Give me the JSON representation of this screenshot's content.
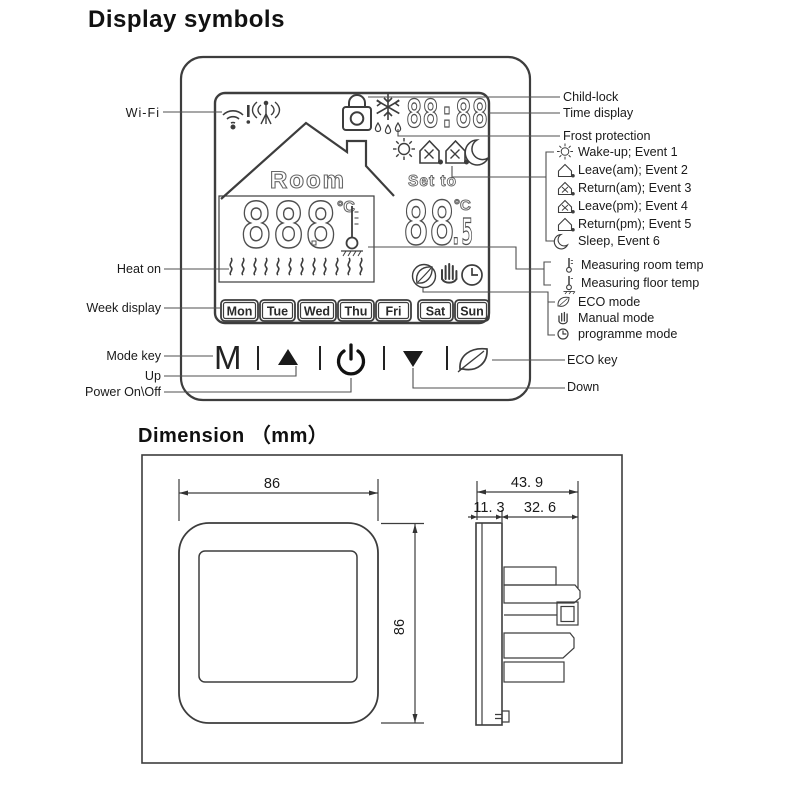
{
  "page": {
    "title": "Display symbols",
    "dimension_title": "Dimension （mm）"
  },
  "display": {
    "room_label": "Room",
    "room_temp": "888",
    "room_temp_unit": "°C",
    "time": "88:88",
    "set_label": "Set to",
    "set_temp": "88",
    "set_temp_decimal": ".5",
    "set_temp_unit": "°C",
    "weekdays": [
      "Mon",
      "Tue",
      "Wed",
      "Thu",
      "Fri",
      "Sat",
      "Sun"
    ]
  },
  "buttons": {
    "mode": "M"
  },
  "callouts_left": {
    "wifi": "Wi-Fi",
    "heat_on": "Heat on",
    "week_display": "Week display",
    "mode_key": "Mode key",
    "up": "Up",
    "power": "Power On\\Off"
  },
  "callouts_right": {
    "child_lock": "Child-lock",
    "time_display": "Time display",
    "frost_protection": "Frost protection",
    "events": [
      "Wake-up; Event 1",
      "Leave(am); Event 2",
      "Return(am); Event 3",
      "Leave(pm); Event 4",
      "Return(pm); Event 5",
      "Sleep, Event 6"
    ],
    "room_temp": "Measuring room temp",
    "floor_temp": "Measuring floor temp",
    "eco_mode": "ECO mode",
    "manual_mode": "Manual mode",
    "programme_mode": "programme mode",
    "eco_key": "ECO key",
    "down": "Down"
  },
  "dimensions": {
    "front_width": "86",
    "front_height": "86",
    "depth_total": "43. 9",
    "depth_front": "11. 3",
    "depth_back": "32. 6"
  }
}
